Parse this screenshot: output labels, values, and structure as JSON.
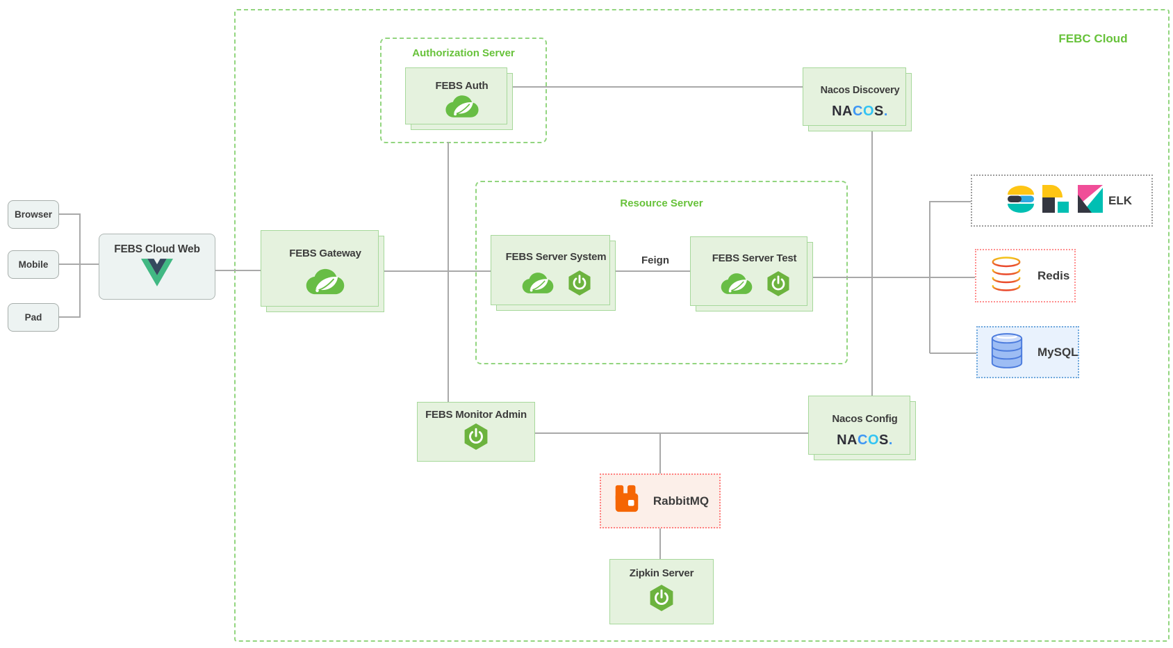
{
  "title_label": "FEBC Cloud",
  "groups": {
    "authorization": "Authorization Server",
    "resource": "Resource Server"
  },
  "clients": {
    "browser": "Browser",
    "mobile": "Mobile",
    "pad": "Pad"
  },
  "nodes": {
    "febs_cloud_web": "FEBS Cloud Web",
    "febs_gateway": "FEBS Gateway",
    "febs_auth": "FEBS Auth",
    "nacos_discovery": "Nacos Discovery",
    "febs_server_system": "FEBS Server System",
    "febs_server_test": "FEBS Server Test",
    "febs_monitor_admin": "FEBS Monitor Admin",
    "nacos_config": "Nacos Config",
    "rabbitmq": "RabbitMQ",
    "zipkin_server": "Zipkin Server",
    "elk": "ELK",
    "redis": "Redis",
    "mysql": "MySQL"
  },
  "edge_labels": {
    "feign": "Feign"
  },
  "logos": {
    "nacos": {
      "na": "NA",
      "c": "C",
      "o": "O",
      "s": "S",
      "dot": "."
    }
  },
  "colors": {
    "accent_green": "#67c23a",
    "box_green_fill": "#e5f2de",
    "box_green_border": "#a6d89a",
    "connector_grey": "#a9a9a9",
    "rabbit_orange": "#f56604"
  }
}
